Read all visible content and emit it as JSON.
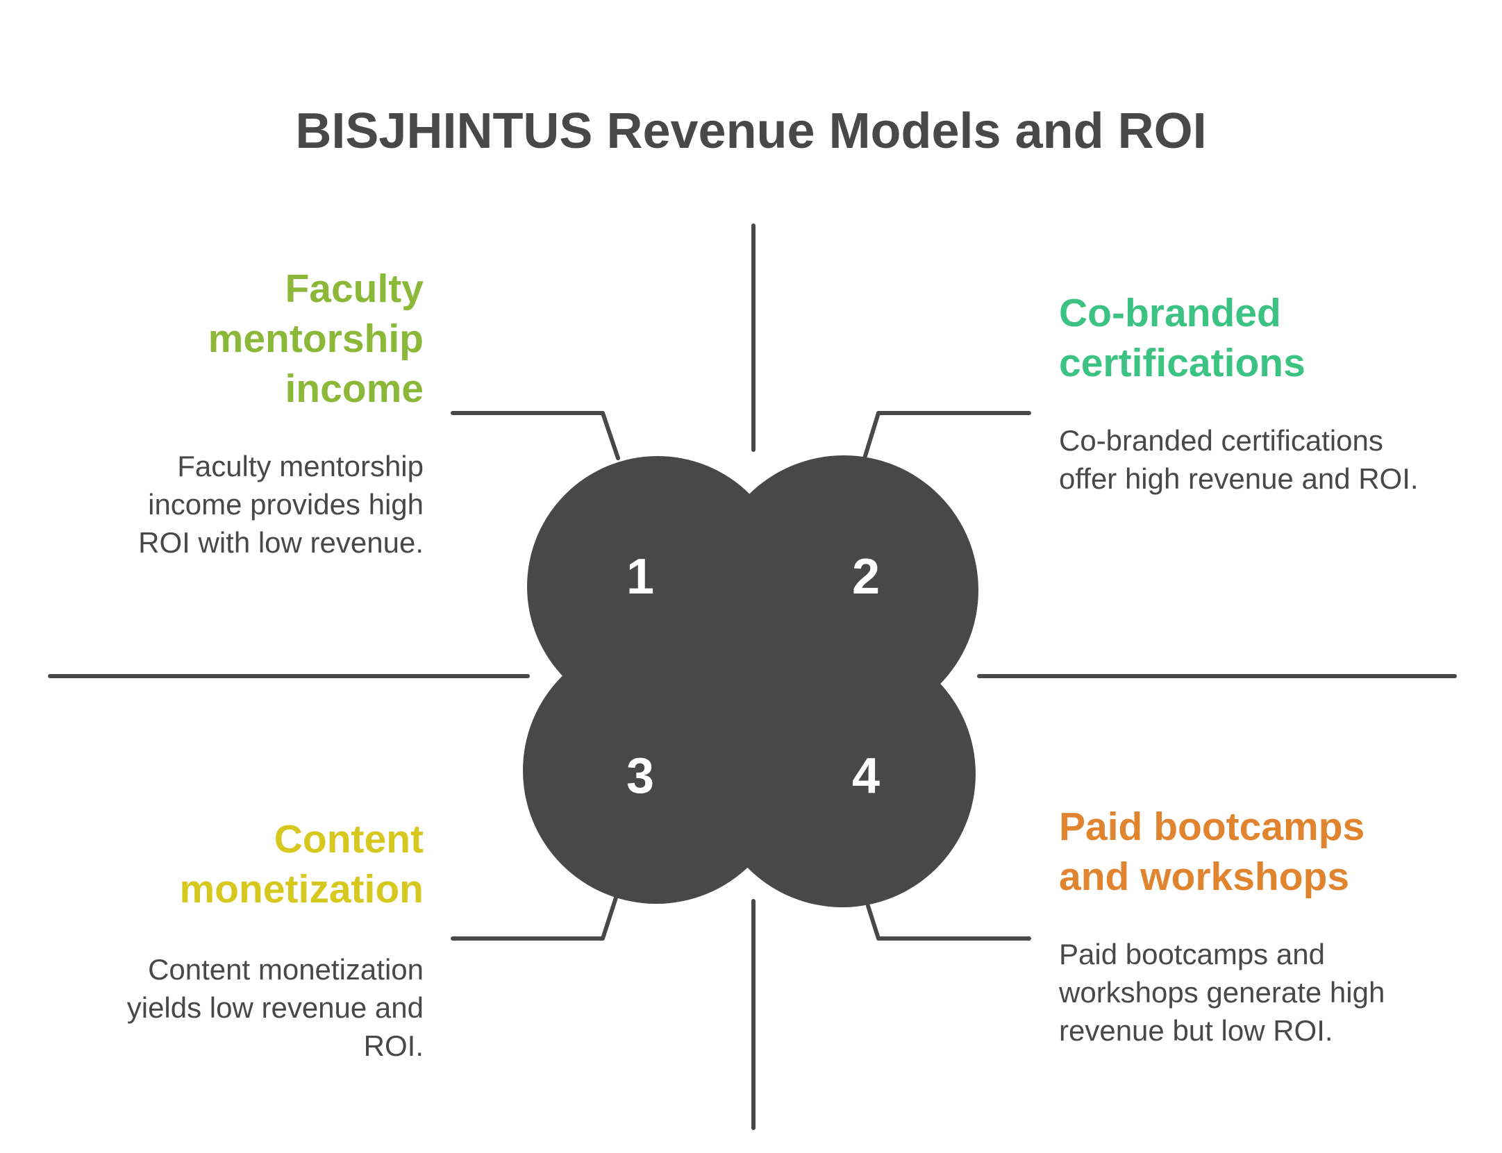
{
  "title": "BISJHINTUS Revenue Models and ROI",
  "quadrants": [
    {
      "number": "1",
      "heading": "Faculty mentorship income",
      "description": "Faculty mentorship income provides high ROI with low revenue.",
      "color": "#8cb83a"
    },
    {
      "number": "2",
      "heading": "Co-branded certifications",
      "description": "Co-branded certifications offer high revenue and ROI.",
      "color": "#3cc383"
    },
    {
      "number": "3",
      "heading": "Content monetization",
      "description": "Content monetization yields low revenue and ROI.",
      "color": "#d6c81e"
    },
    {
      "number": "4",
      "heading": "Paid bootcamps and workshops",
      "description": "Paid bootcamps and workshops generate high revenue but low ROI.",
      "color": "#e0842f"
    }
  ],
  "colors": {
    "shape": "#484848",
    "text": "#484848",
    "number": "#ffffff"
  }
}
